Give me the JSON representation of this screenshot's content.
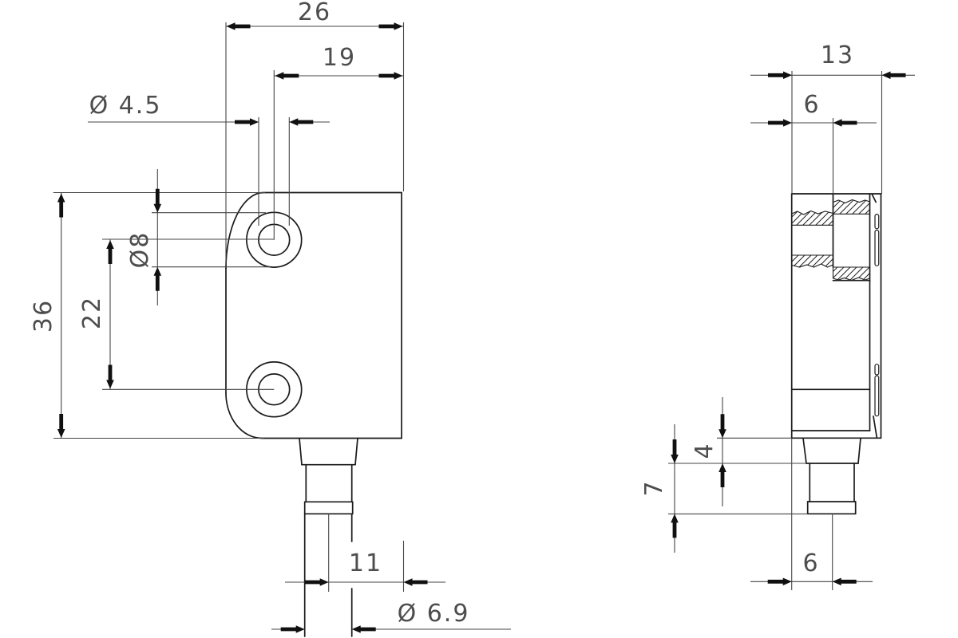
{
  "front_view": {
    "width": "26",
    "hole_center_offset": "19",
    "hole_diameter": "Ø 4.5",
    "counterbore_diameter": "Ø8",
    "hole_spacing": "22",
    "height": "36",
    "cable_axis_offset": "11",
    "cable_diameter": "Ø 6.9"
  },
  "side_view": {
    "depth": "13",
    "bore_face_offset": "6",
    "step_height": "4",
    "connector_length": "7",
    "cable_axis_offset": "6"
  }
}
